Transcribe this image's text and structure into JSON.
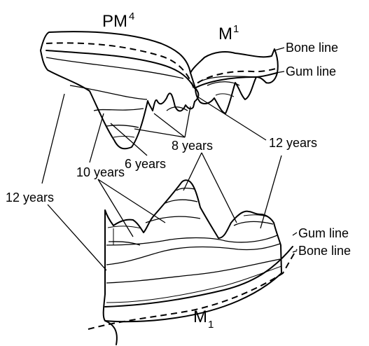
{
  "labels": {
    "pm4_base": "PM",
    "pm4_sup": "4",
    "m1_upper_base": "M",
    "m1_upper_sup": "1",
    "m1_lower_base": "M",
    "m1_lower_sub": "1",
    "bone_line_top": "Bone line",
    "gum_line_top": "Gum line",
    "gum_line_bottom": "Gum line",
    "bone_line_bottom": "Bone line",
    "age_12_right": "12 years",
    "age_8": "8 years",
    "age_6": "6 years",
    "age_10": "10 years",
    "age_12_left": "12 years"
  }
}
